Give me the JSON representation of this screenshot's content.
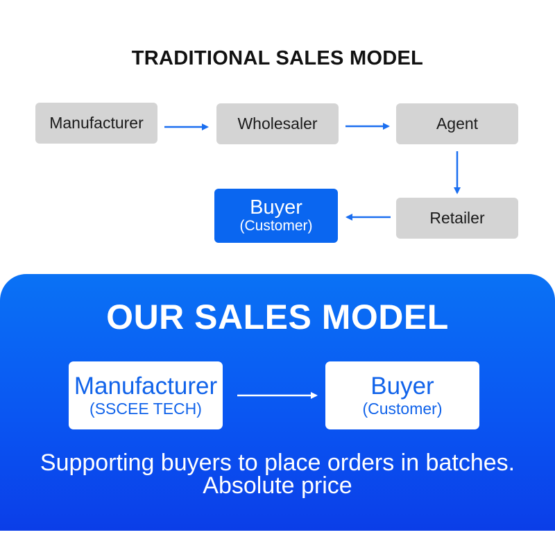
{
  "traditional": {
    "title": "TRADITIONAL SALES MODEL",
    "manufacturer": "Manufacturer",
    "wholesaler": "Wholesaler",
    "agent": "Agent",
    "retailer": "Retailer",
    "buyer": "Buyer",
    "buyer_sub": "(Customer)"
  },
  "ours": {
    "title": "OUR SALES MODEL",
    "manufacturer": "Manufacturer",
    "manufacturer_sub": "(SSCEE TECH)",
    "buyer": "Buyer",
    "buyer_sub": "(Customer)",
    "line1": "Supporting buyers to place orders in batches.",
    "line2": "Absolute price"
  },
  "colors": {
    "arrow": "#1a6ef0",
    "box_gray": "#d4d4d4",
    "accent": "#0a66f0",
    "panel_top": "#0a72f5",
    "panel_bottom": "#0b3ee8"
  }
}
